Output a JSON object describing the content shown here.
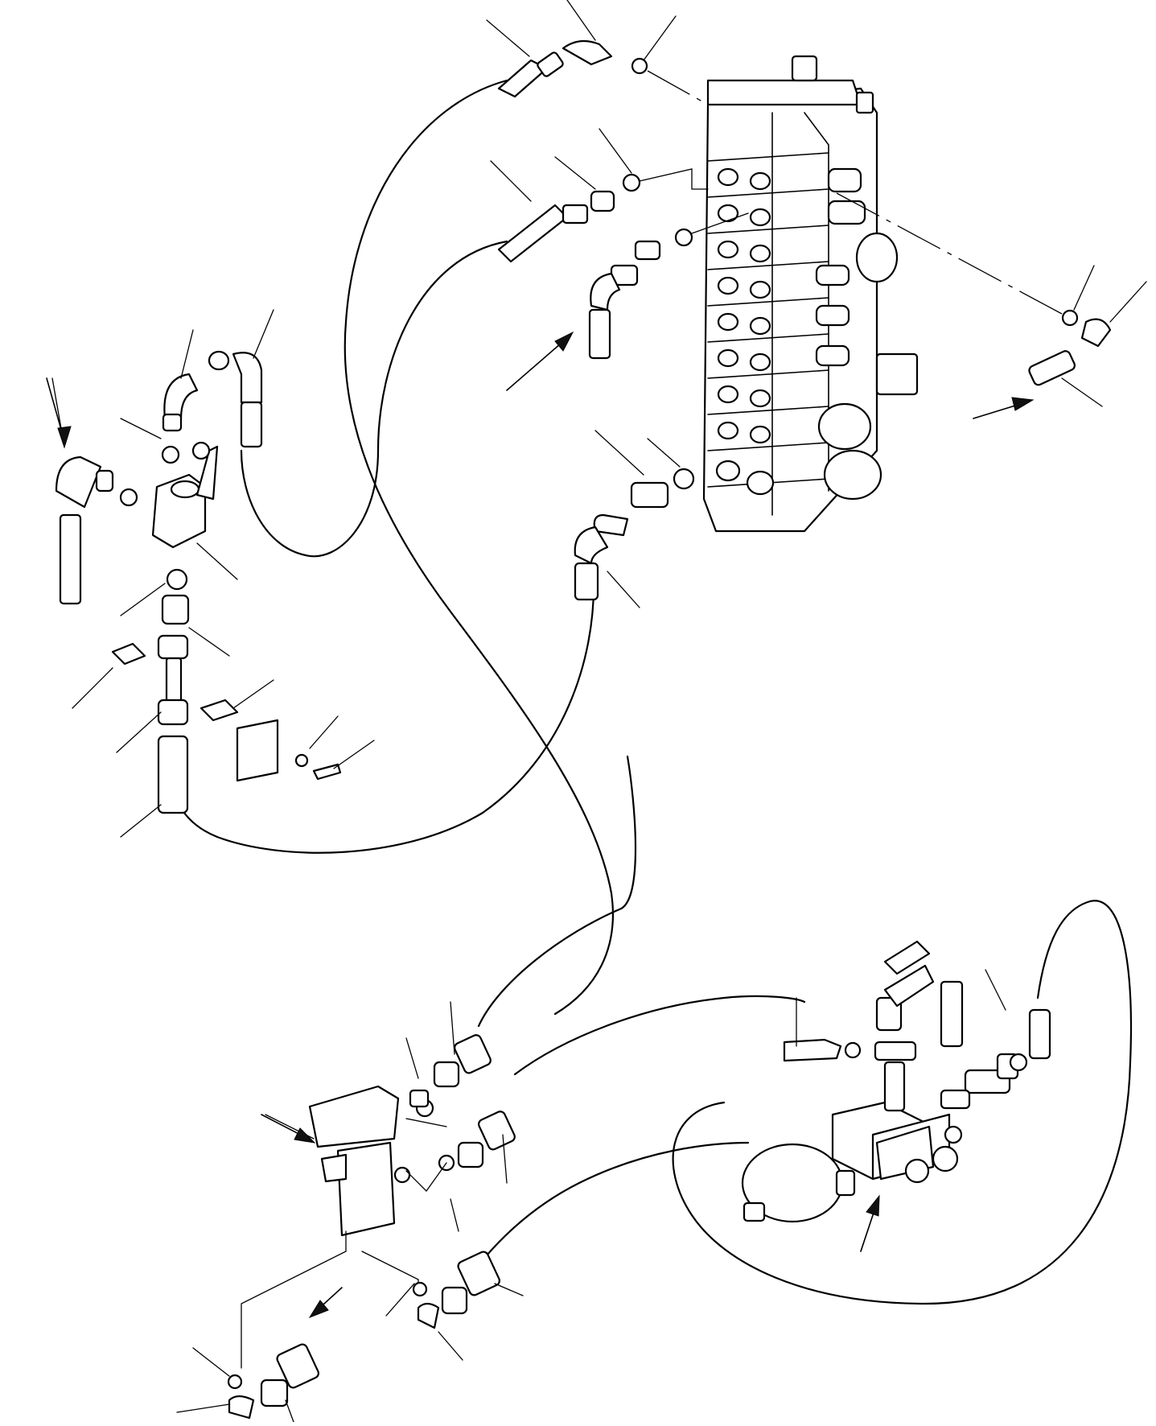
{
  "figure": {
    "labels": [],
    "arrows": [
      "arrow-left-swivel",
      "arrow-center-elbow",
      "arrow-right-elbow",
      "arrow-pedal",
      "arrow-accumulator",
      "arrow-bottom-fitting"
    ]
  }
}
